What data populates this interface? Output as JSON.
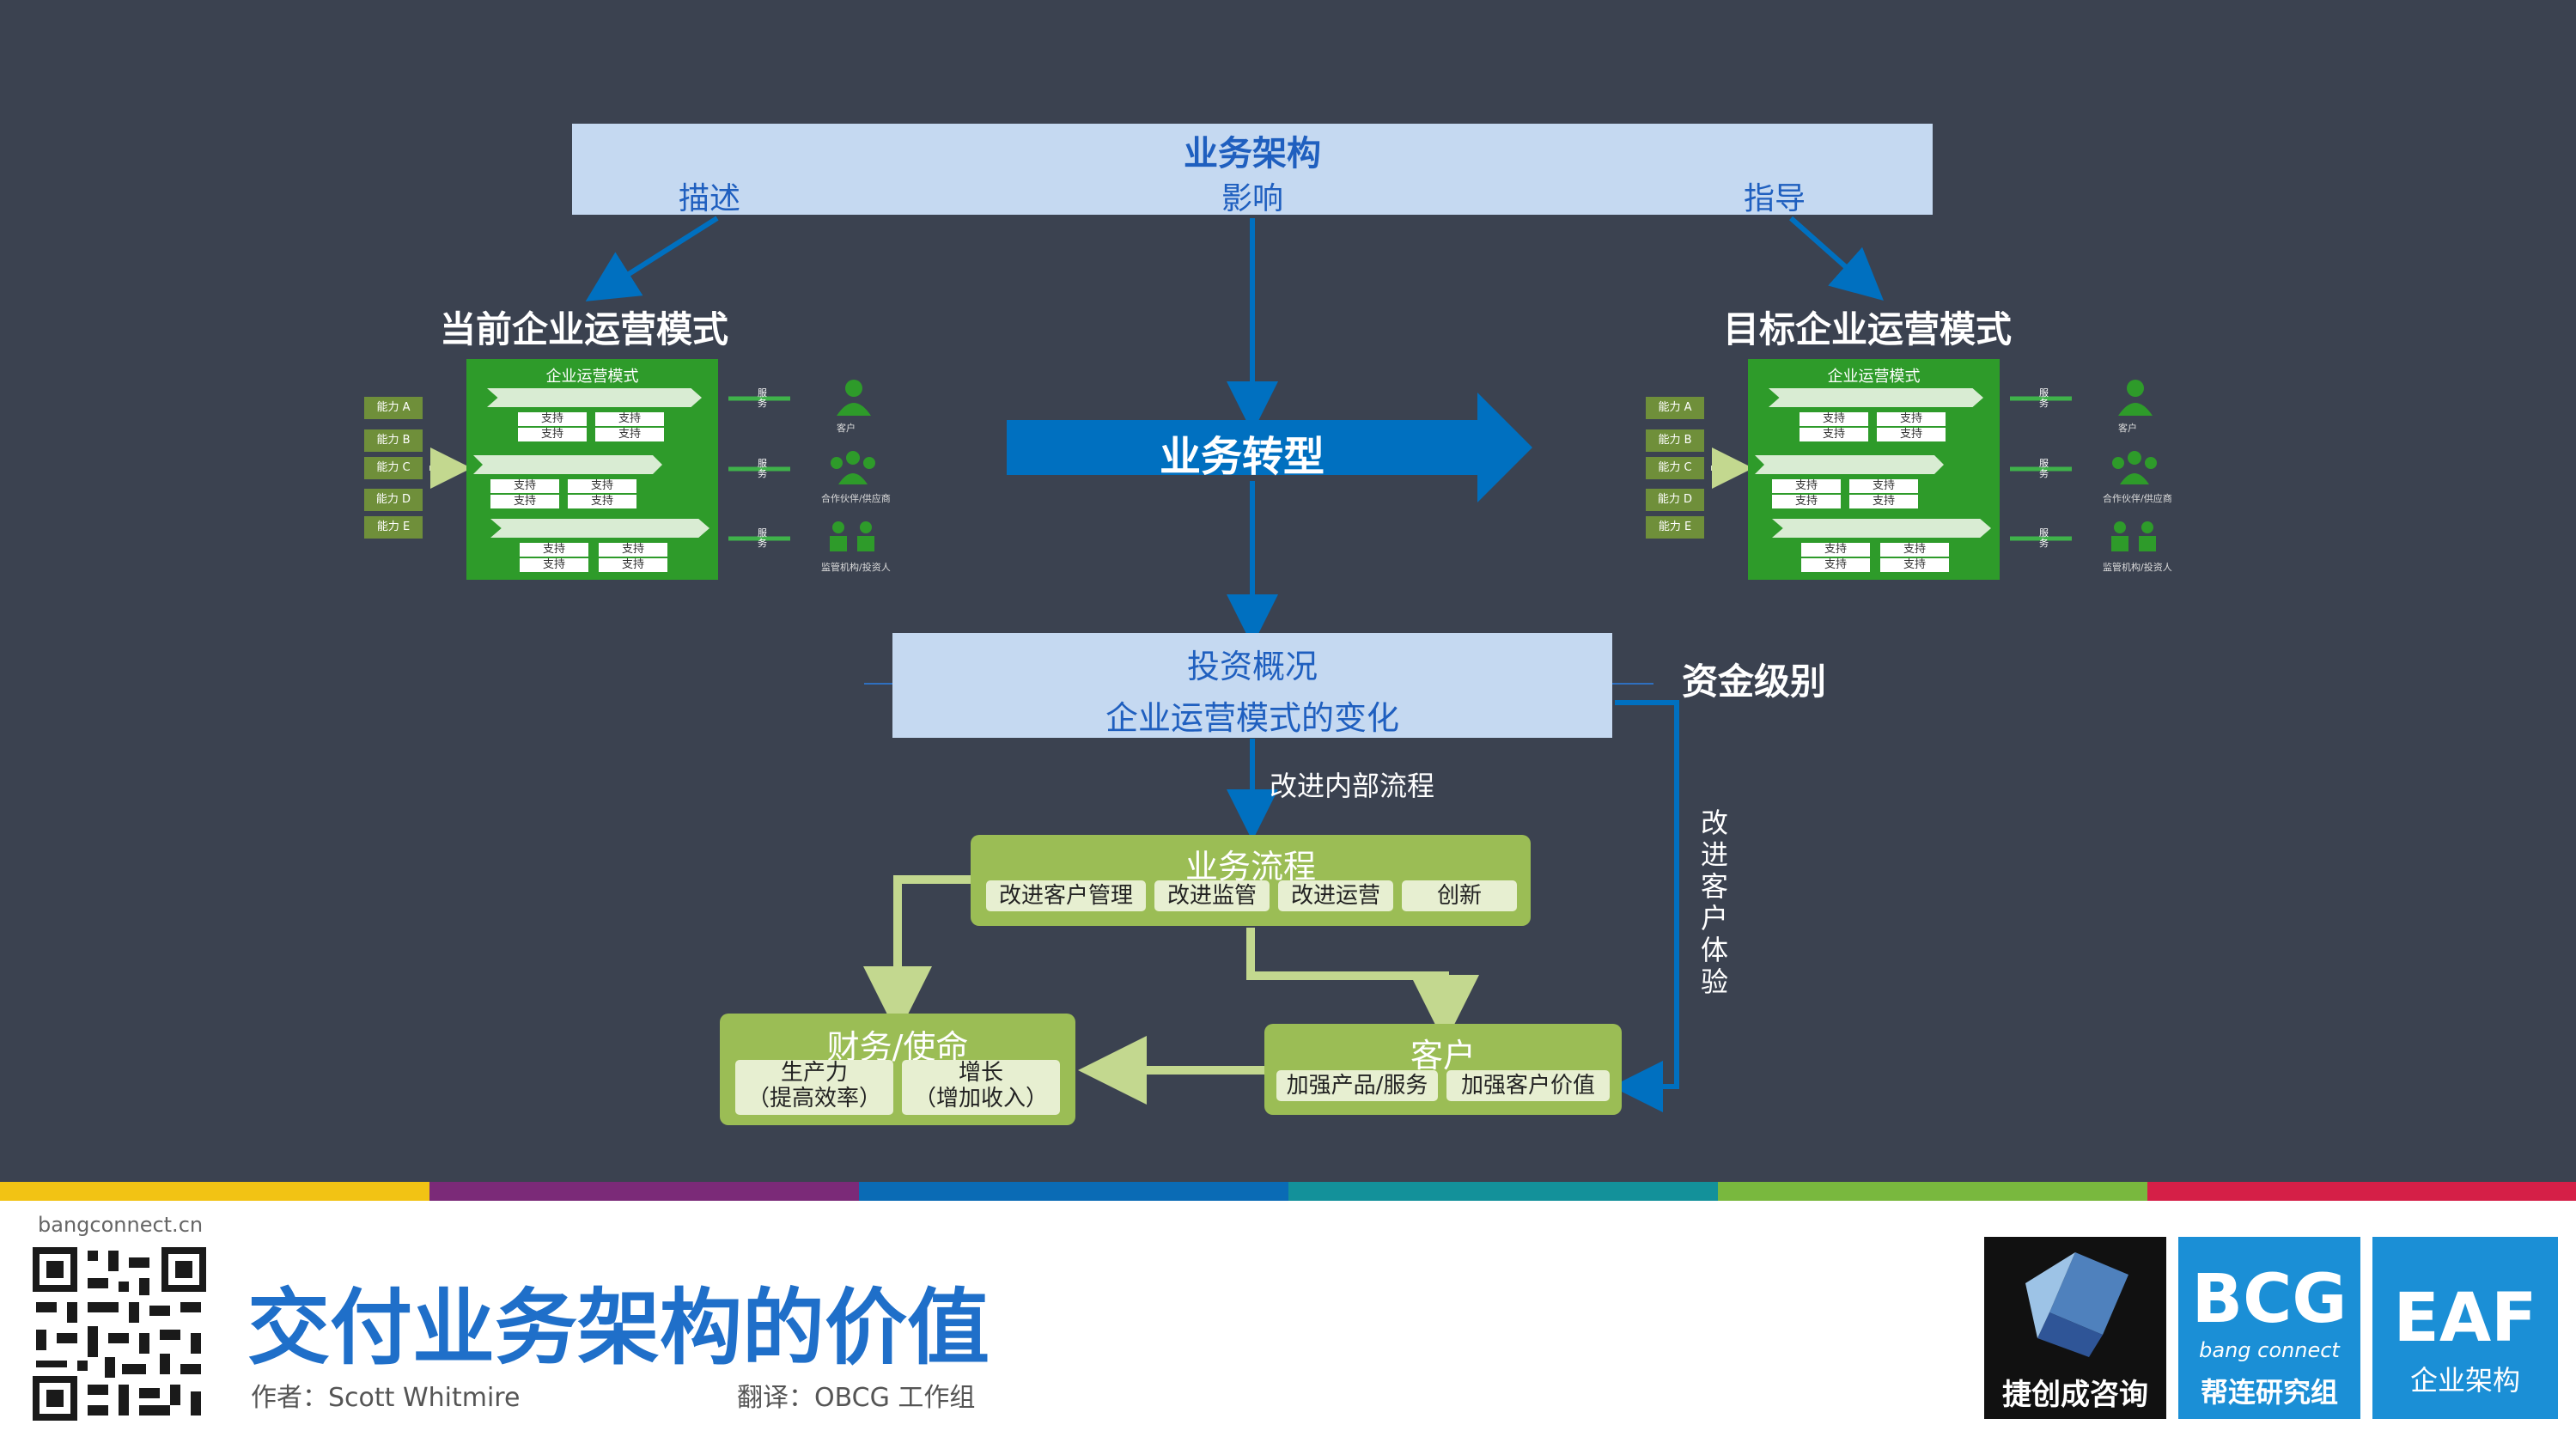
{
  "top_box": {
    "title": "业务架构",
    "left": "描述",
    "mid": "影响",
    "right": "指导"
  },
  "current_model": {
    "title": "当前企业运营模式",
    "inner_title": "企业运营模式",
    "capabilities": [
      "能力 A",
      "能力 B",
      "能力 C",
      "能力 D",
      "能力 E"
    ],
    "support": "支持",
    "service": "服务",
    "stakeholders": [
      "客户",
      "合作伙伴/供应商",
      "监管机构/投资人"
    ]
  },
  "target_model": {
    "title": "目标企业运营模式",
    "inner_title": "企业运营模式",
    "capabilities": [
      "能力 A",
      "能力 B",
      "能力 C",
      "能力 D",
      "能力 E"
    ],
    "support": "支持",
    "service": "服务",
    "stakeholders": [
      "客户",
      "合作伙伴/供应商",
      "监管机构/投资人"
    ]
  },
  "transform_arrow": "业务转型",
  "investment": {
    "line1": "投资概况",
    "line2": "企业运营模式的变化",
    "funding_label": "资金级别"
  },
  "improve_internal": "改进内部流程",
  "improve_customer": "改进客户体验",
  "process": {
    "title": "业务流程",
    "items": [
      "改进客户管理",
      "改进监管",
      "改进运营",
      "创新"
    ]
  },
  "finance": {
    "title": "财务/使命",
    "items": [
      [
        "生产力",
        "（提高效率）"
      ],
      [
        "增长",
        "（增加收入）"
      ]
    ]
  },
  "customer": {
    "title": "客户",
    "items": [
      "加强产品/服务",
      "加强客户价值"
    ]
  },
  "footer": {
    "site": "bangconnect.cn",
    "title": "交付业务架构的价值",
    "author": "作者：Scott Whitmire",
    "translator": "翻译：OBCG 工作组",
    "logo1_text": "捷创成咨询",
    "logo2_main": "BCG",
    "logo2_sub": "bang connect",
    "logo2_text": "帮连研究组",
    "logo3_main": "EAF",
    "logo3_text": "企业架构"
  },
  "colors": {
    "background": "#3b4250",
    "light_blue": "#c5d9f1",
    "blue_text": "#1f5fbf",
    "arrow_blue": "#0070c0",
    "green": "#2e9b2a",
    "light_green": "#9bbd55",
    "title_blue": "#1f6fc9",
    "strip": [
      "#f2c314",
      "#7b2a78",
      "#0a6bb5",
      "#13919a",
      "#79b83e",
      "#d51f47"
    ]
  }
}
